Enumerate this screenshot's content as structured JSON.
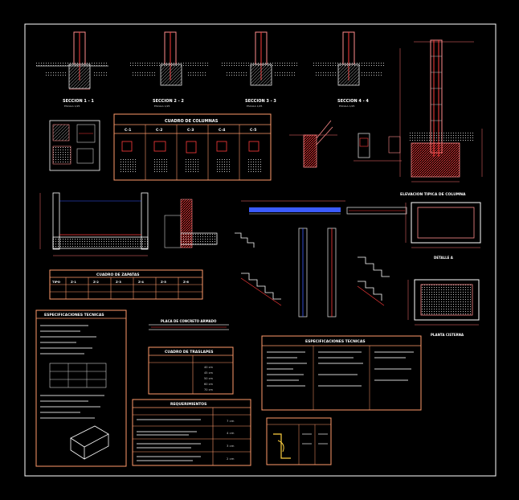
{
  "sections": [
    {
      "title": "SECCION 1 - 1",
      "scale": "ESCALA 1/25"
    },
    {
      "title": "SECCION 2 - 2",
      "scale": "ESCALA 1/25"
    },
    {
      "title": "SECCION 3 - 3",
      "scale": "ESCALA 1/25"
    },
    {
      "title": "SECCION 4 - 4",
      "scale": "ESCALA 1/25"
    }
  ],
  "columns_table": {
    "title": "CUADRO DE COLUMNAS",
    "headers": [
      "C-1",
      "C-2",
      "C-3",
      "C-4",
      "C-5"
    ]
  },
  "footings_table": {
    "title": "CUADRO DE ZAPATAS",
    "headers": [
      "TIPO",
      "Z-1",
      "Z-2",
      "Z-3",
      "Z-4",
      "Z-5",
      "Z-6"
    ]
  },
  "tech_specs_left": {
    "title": "ESPECIFICACIONES TECNICAS"
  },
  "tech_specs_right": {
    "title": "ESPECIFICACIONES TECNICAS"
  },
  "slab_detail": {
    "title": "PLACA DE CONCRETO ARMADO"
  },
  "splices_table": {
    "title": "CUADRO DE TRASLAPES",
    "values": [
      "40 cm",
      "45 cm",
      "50 cm",
      "60 cm",
      "70 cm"
    ]
  },
  "requirements": {
    "title": "REQUERIMIENTOS",
    "values": [
      "7 cm",
      "4 cm",
      "3 cm",
      "2 cm"
    ]
  },
  "column_elevation": {
    "title": "ELEVACION TIPICA DE COLUMNA"
  },
  "plan_views": {
    "label_1": "DETALLE A",
    "label_2": "PLANTA CISTERNA"
  },
  "colors": {
    "background": "#000000",
    "frame": "#ffffff",
    "table_border": "#ff9a6a",
    "rebar": "#ff3b3b",
    "hatch": "#b0b0b0",
    "wall": "#ff8c8c",
    "steel": "#3b5bff",
    "dim": "#ff7070"
  }
}
